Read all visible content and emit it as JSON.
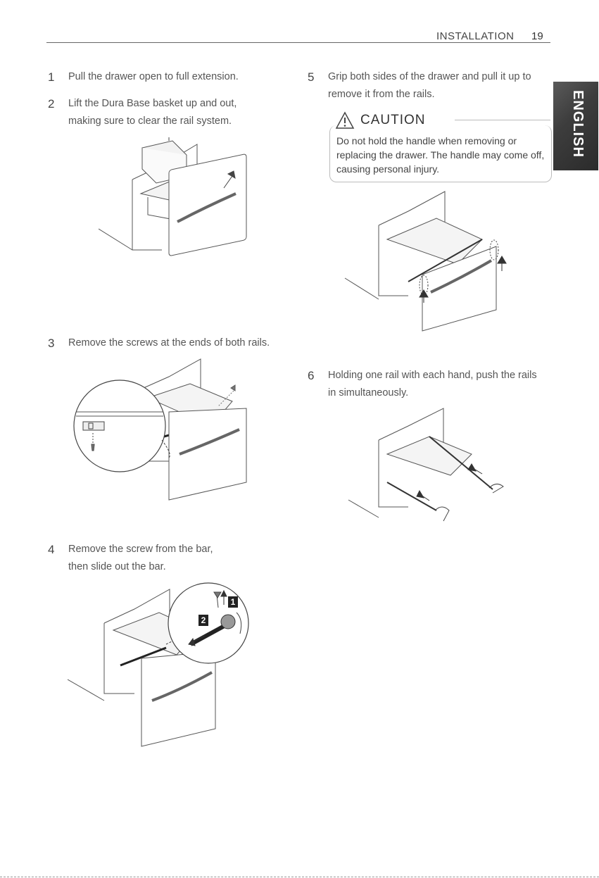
{
  "header": {
    "section": "INSTALLATION",
    "page": "19"
  },
  "side_tab": {
    "label": "ENGLISH"
  },
  "steps": [
    {
      "num": "1",
      "text": "Pull the drawer open to full extension."
    },
    {
      "num": "2",
      "text": "Lift the Dura Base basket up and out, making sure to clear the rail system."
    },
    {
      "num": "3",
      "text": "Remove the screws at the ends of both rails."
    },
    {
      "num": "4",
      "text": "Remove the screw from the bar, then slide out the bar."
    },
    {
      "num": "5",
      "text": "Grip both sides of the drawer and pull it up to remove it from the rails."
    },
    {
      "num": "6",
      "text": "Holding one rail with each hand, push the rails in simultaneously."
    }
  ],
  "caution": {
    "title": "CAUTION",
    "text": "Do not hold the handle when removing or replacing the drawer. The handle may come off, causing personal injury."
  },
  "callouts": {
    "one": "1",
    "two": "2"
  }
}
